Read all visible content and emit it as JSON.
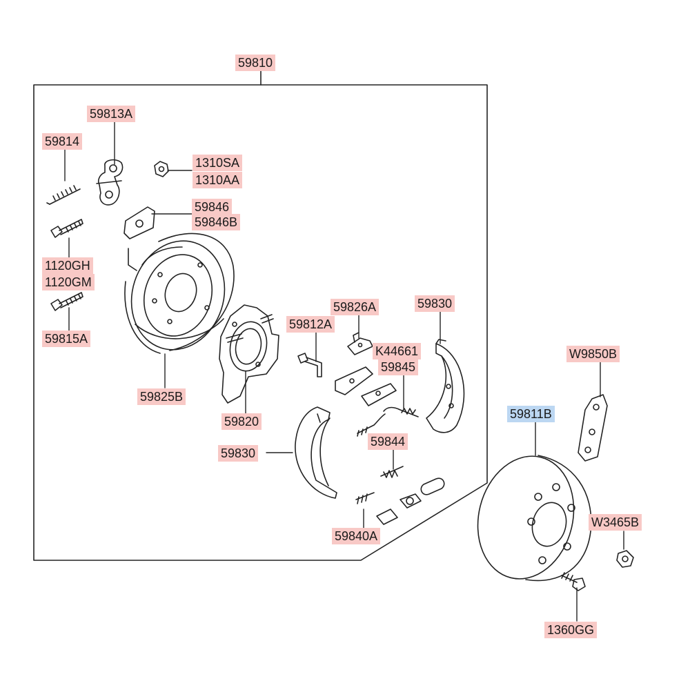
{
  "colors": {
    "part_label_highlight": "#f8c9c6",
    "selected_label_highlight": "#bcd7f2",
    "line": "#222222"
  },
  "labels": {
    "assembly": "59810",
    "cable_clip": "59813A",
    "spring_pin": "59814",
    "nut_a": "1310SA",
    "nut_b": "1310AA",
    "plate_a": "59846",
    "plate_b": "59846B",
    "bolt_a": "1120GH",
    "bolt_b": "1120GM",
    "bolt_c": "59815A",
    "backing_plate": "59825B",
    "bracket": "59820",
    "lever_pin": "59812A",
    "lever": "59826A",
    "shoe_right": "59830",
    "key": "K44661",
    "spring_upper": "59845",
    "shoe_left": "59830",
    "spring_lower": "59844",
    "adjuster": "59840A",
    "brake_drum": "59811B",
    "drum_bracket": "W9850B",
    "drum_nut": "W3465B",
    "drum_bolt": "1360GG"
  }
}
